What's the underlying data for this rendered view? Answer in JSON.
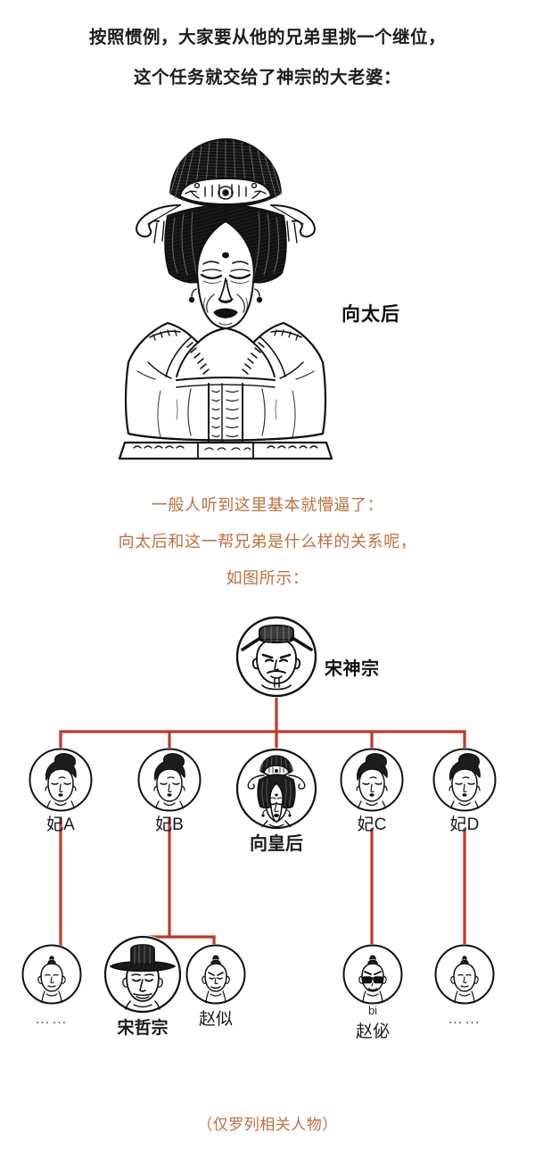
{
  "narration": {
    "line1": "按照惯例，大家要从他的兄弟里挑一个继位，",
    "line2": "这个任务就交给了神宗的大老婆："
  },
  "dowager": {
    "label": "向太后"
  },
  "orange_narration": {
    "line1": "一般人听到这里基本就懵逼了：",
    "line2": "向太后和这一帮兄弟是什么样的关系呢，",
    "line3": "如图所示："
  },
  "tree": {
    "root": {
      "label": "宋神宗"
    },
    "consorts": [
      {
        "label": "妃A",
        "bold": false
      },
      {
        "label": "妃B",
        "bold": false
      },
      {
        "label": "向皇后",
        "bold": true
      },
      {
        "label": "妃C",
        "bold": false
      },
      {
        "label": "妃D",
        "bold": false
      }
    ],
    "children": [
      {
        "label": "……",
        "bold": false,
        "pinyin": ""
      },
      {
        "label": "宋哲宗",
        "bold": true,
        "pinyin": ""
      },
      {
        "label": "赵似",
        "bold": false,
        "pinyin": ""
      },
      {
        "label": "赵佖",
        "bold": false,
        "pinyin": "bi"
      },
      {
        "label": "……",
        "bold": false,
        "pinyin": ""
      }
    ]
  },
  "footnote": "（仅罗列相关人物）",
  "colors": {
    "orange_text": "#bf6f3f",
    "tree_line_red": "#c0392b",
    "ink_black": "#1a1a1a",
    "background": "#ffffff"
  }
}
